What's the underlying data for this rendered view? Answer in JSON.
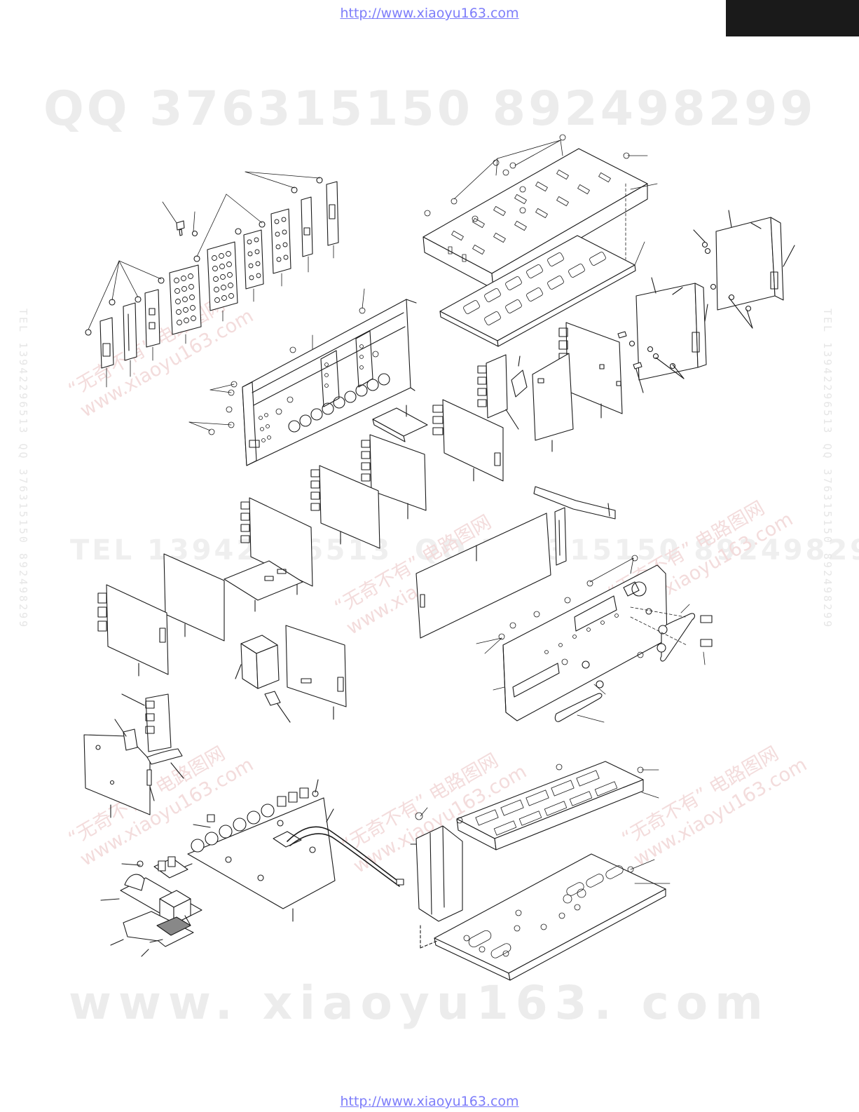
{
  "header": {
    "url_top": "http://www.xiaoyu163.com"
  },
  "footer": {
    "url_bottom": "http://www.xiaoyu163.com"
  },
  "watermarks": {
    "qq_numbers": "QQ 376315150    892498299",
    "domain": "www. xiaoyu163. com",
    "tel_line": "TEL 13942296513",
    "qq_line": "QQ 376315150  892498299",
    "diagonal_cn": "“无奇不有” 电路图网",
    "diagonal_en": "www.xiaoyu163.com",
    "side_left": "TEL 13942296513  QQ 376315150  892498299",
    "side_right": "TEL 13942296513  QQ 376315150  892498299"
  },
  "colors": {
    "line": "#1a1a1a",
    "url_link": "#7d7dfa",
    "watermark_gray": "#ececec",
    "watermark_pink": "#f3dcdc",
    "tab_black": "#1a1a1a"
  }
}
